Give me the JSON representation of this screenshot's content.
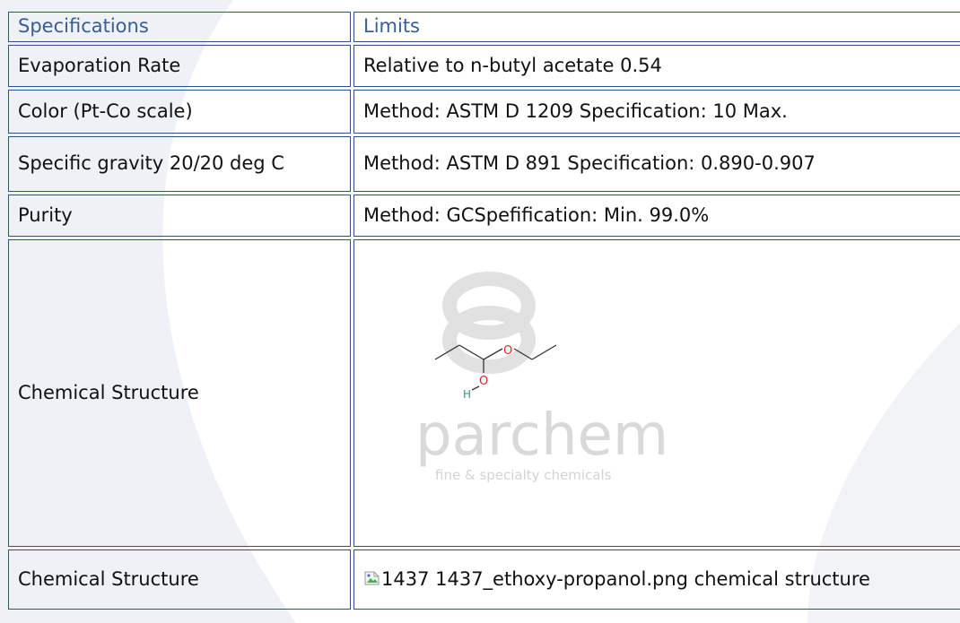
{
  "table": {
    "header": {
      "spec": "Specifications",
      "limit": "Limits"
    },
    "rows": [
      {
        "spec": "Evaporation Rate",
        "limit": "Relative to n-butyl acetate 0.54"
      },
      {
        "spec": "Color (Pt-Co scale)",
        "limit": "Method: ASTM D 1209 Specification: 10 Max."
      },
      {
        "spec": "Specific gravity 20/20 deg C",
        "limit": "Method: ASTM D 891 Specification: 0.890-0.907"
      },
      {
        "spec": "Purity",
        "limit": "Method: GCSpefification: Min. 99.0%"
      },
      {
        "spec": "Chemical Structure"
      },
      {
        "spec": "Chemical Structure",
        "limit": "1437 1437_ethoxy-propanol.png chemical structure"
      }
    ]
  },
  "structure_image": {
    "oxygen_label": "O",
    "hydroxyl_label": "O",
    "hydrogen_label": "H",
    "watermark_brand": "parchem",
    "watermark_tagline": "fine & specialty chemicals",
    "colors": {
      "oxygen": "#e0242a",
      "hydrogen": "#3f8f8a",
      "watermark": "#c9c9c9"
    }
  },
  "theme": {
    "border": "#2a5487",
    "header_text": "#3a5e8f"
  }
}
